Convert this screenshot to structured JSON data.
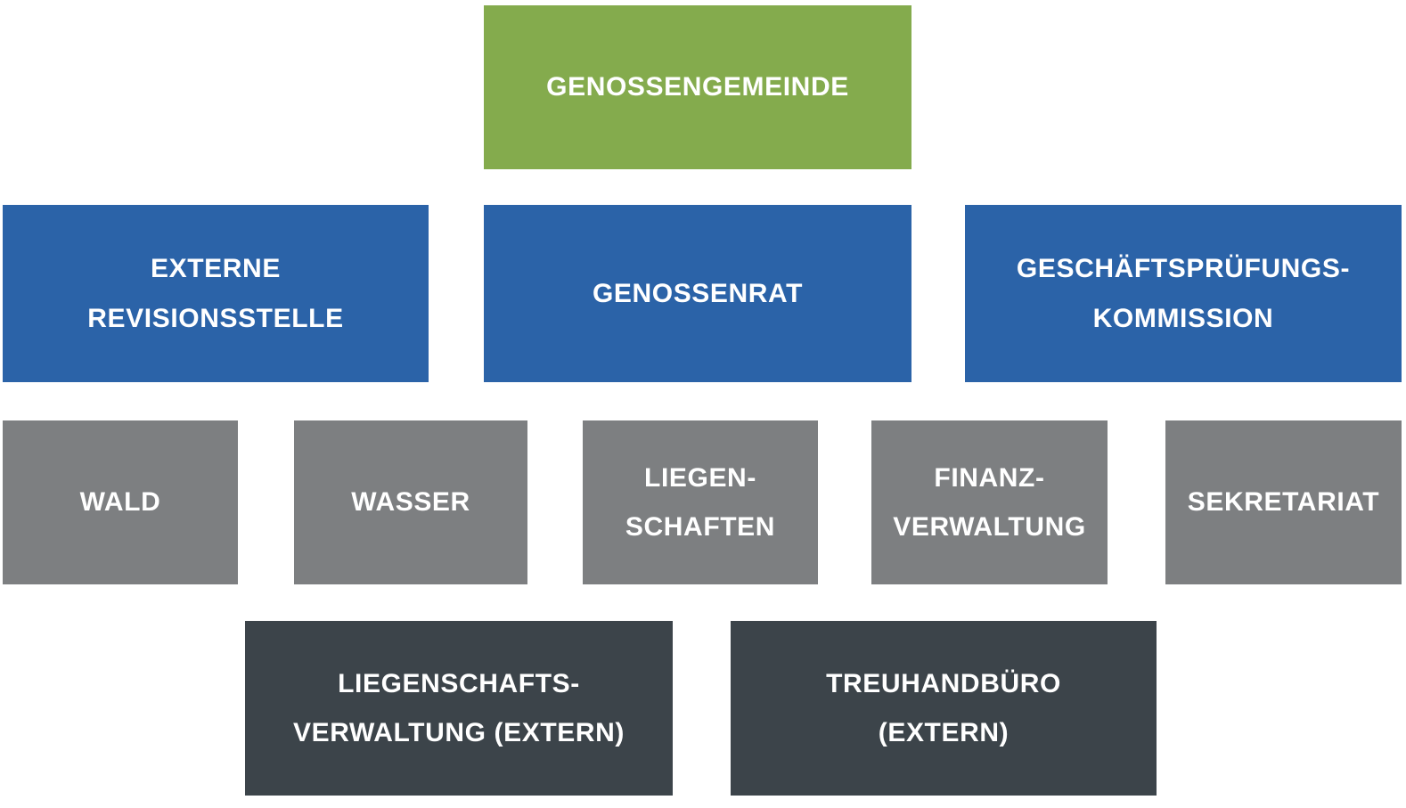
{
  "palette": {
    "green": "#84ab4d",
    "blue": "#2b63a8",
    "gray": "#7d7f81",
    "dark_gray": "#3c444a",
    "text": "#ffffff",
    "background": "#ffffff"
  },
  "org_chart": {
    "type": "organization-diagram",
    "nodes": [
      {
        "id": "genossengemeinde",
        "row": 1,
        "color_role": "green",
        "label": "GENOSSENGEMEINDE"
      },
      {
        "id": "externe-revisionsstelle",
        "row": 2,
        "color_role": "blue",
        "label": "EXTERNE\nREVISIONSSTELLE"
      },
      {
        "id": "genossenrat",
        "row": 2,
        "color_role": "blue",
        "label": "GENOSSENRAT"
      },
      {
        "id": "geschaeftspruefungs-kommission",
        "row": 2,
        "color_role": "blue",
        "label": "GESCHÄFTSPRÜFUNGS-\nKOMMISSION"
      },
      {
        "id": "wald",
        "row": 3,
        "color_role": "gray",
        "label": "WALD"
      },
      {
        "id": "wasser",
        "row": 3,
        "color_role": "gray",
        "label": "WASSER"
      },
      {
        "id": "liegenschaften",
        "row": 3,
        "color_role": "gray",
        "label": "LIEGEN-\nSCHAFTEN"
      },
      {
        "id": "finanz-verwaltung",
        "row": 3,
        "color_role": "gray",
        "label": "FINANZ-\nVERWALTUNG"
      },
      {
        "id": "sekretariat",
        "row": 3,
        "color_role": "gray",
        "label": "SEKRETARIAT"
      },
      {
        "id": "liegenschafts-verwaltung-extern",
        "row": 4,
        "color_role": "dark_gray",
        "label": "LIEGENSCHAFTS-\nVERWALTUNG (EXTERN)"
      },
      {
        "id": "treuhandbuero-extern",
        "row": 4,
        "color_role": "dark_gray",
        "label": "TREUHANDBÜRO\n(EXTERN)"
      }
    ]
  }
}
